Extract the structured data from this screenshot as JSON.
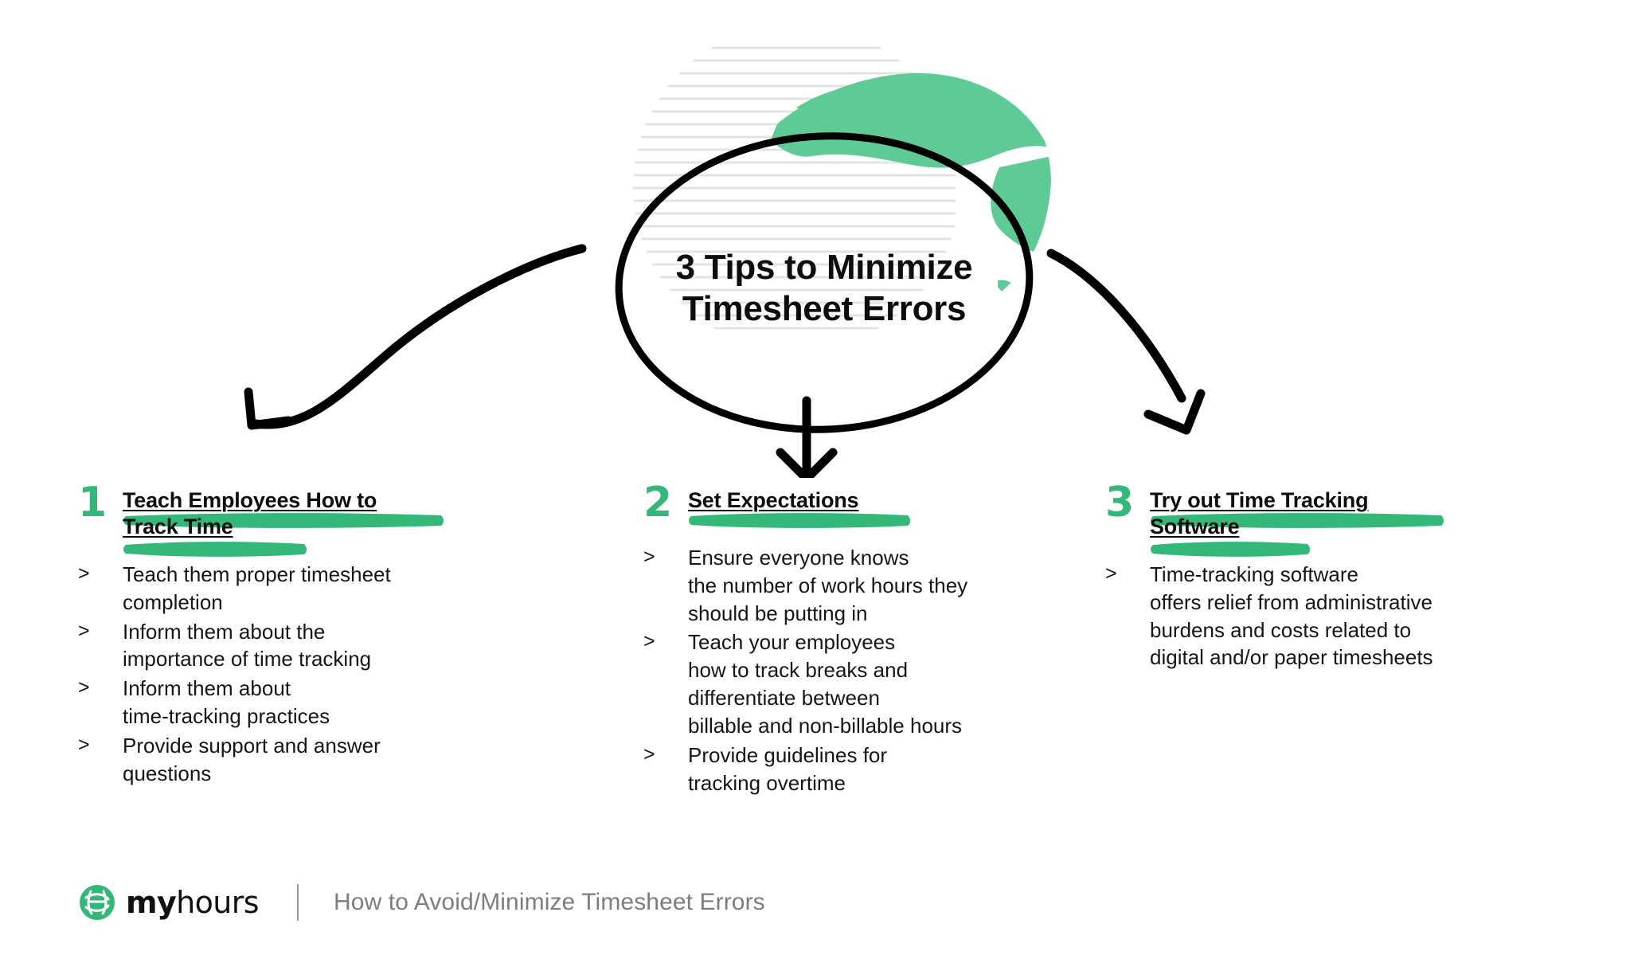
{
  "hero": {
    "title": "3 Tips to Minimize\nTimesheet Errors",
    "globe_color": "#5ecb96",
    "hatch_color": "#e3e3e3",
    "circle_color": "#000000"
  },
  "accent": {
    "number_green": "#33b87a",
    "highlight_green": "#33b87a"
  },
  "columns": [
    {
      "number": "1",
      "title": "Teach Employees How to\nTrack Time",
      "bullets": [
        {
          "marker": ">",
          "text": "Teach them proper timesheet\ncompletion"
        },
        {
          "marker": ">",
          "text": "Inform them about the\nimportance of time tracking"
        },
        {
          "marker": ">",
          "text": "Inform them about\ntime-tracking practices"
        },
        {
          "marker": ">",
          "text": "Provide support and answer\nquestions"
        }
      ]
    },
    {
      "number": "2",
      "title": "Set Expectations",
      "bullets": [
        {
          "marker": ">",
          "text": "Ensure everyone knows\nthe number of work hours they\nshould be putting in"
        },
        {
          "marker": ">",
          "text": "Teach your employees\nhow to track breaks and\ndifferentiate between\nbillable and non-billable hours"
        },
        {
          "marker": ">",
          "text": "Provide guidelines for\ntracking overtime"
        }
      ]
    },
    {
      "number": "3",
      "title": "Try out Time Tracking\nSoftware",
      "bullets": [
        {
          "marker": ">",
          "text": "Time-tracking software\noffers relief from administrative\nburdens and costs related to\ndigital and/or paper timesheets"
        }
      ]
    }
  ],
  "footer": {
    "logo_bold": "my",
    "logo_light": "hours",
    "caption": "How to Avoid/Minimize Timesheet Errors",
    "logo_color": "#33b87a",
    "caption_color": "#7d7d7d"
  }
}
